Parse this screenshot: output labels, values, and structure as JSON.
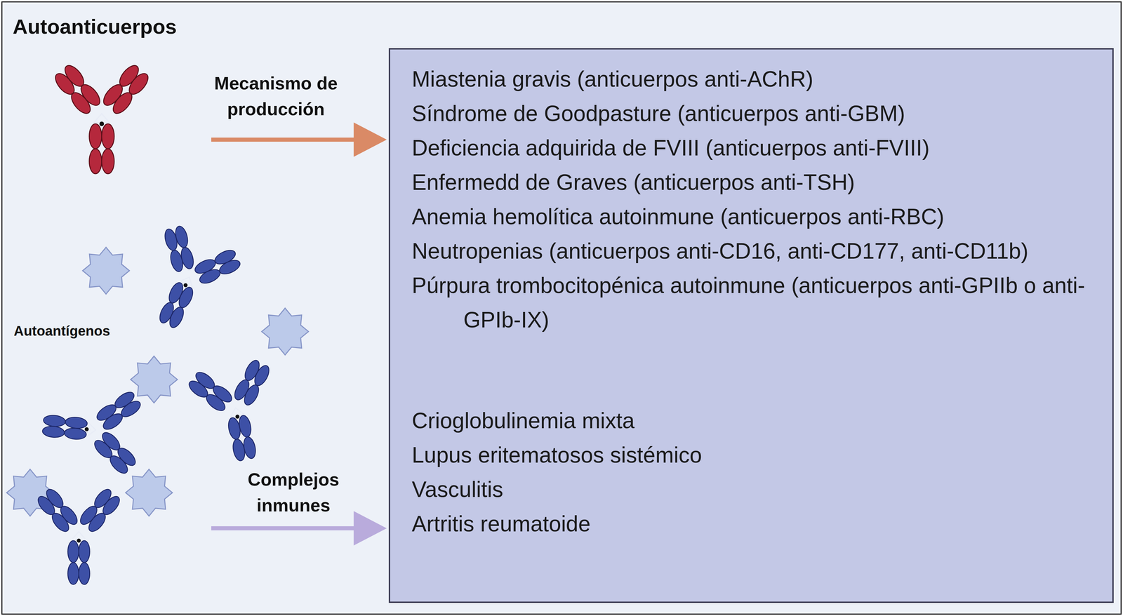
{
  "diagram": {
    "title": "Autoanticuerpos",
    "nodes": [
      {
        "text": [
          "Miastenia gravis (anticuerpos anti-AChR)",
          "Síndrome de Goodpasture (anticuerpos anti-GBM)",
          "Deficiencia adquirida de FVIII (anticuerpos anti-FVIII)",
          "Enfermedd de Graves (anticuerpos anti-TSH)",
          "Anemia hemolítica autoinmune (anticuerpos anti-RBC)",
          "Neutropenias (anticuerpos anti-CD16, anti-CD177, anti-CD11b)",
          "Púrpura trombocitopénica autoinmune (anticuerpos anti-GPIIb o anti-GPIb-IX)",
          "Crioglobulinemia mixta",
          "Lupus eritematosos sistémico",
          "Vasculitis",
          "Artritis reumatoide"
        ]
      }
    ],
    "labels": [
      "Mecanismo de producción",
      "Autoantígenos",
      "Complejos inmunes"
    ]
  }
}
